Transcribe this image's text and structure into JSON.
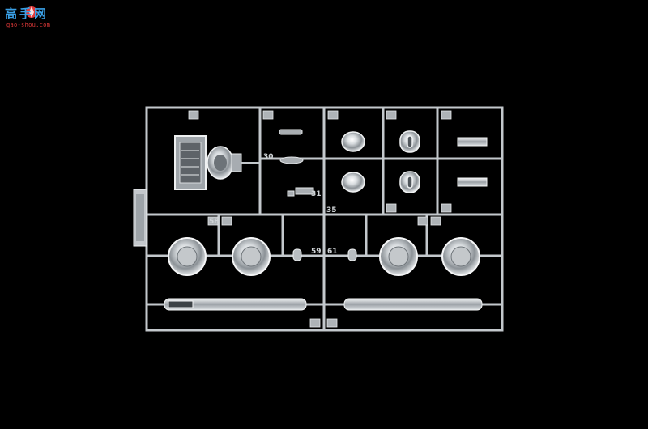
{
  "watermark": {
    "title": "高手网",
    "subtitle": "gao-shou.com"
  },
  "sprue": {
    "part_numbers": [
      "30",
      "31",
      "35",
      "58",
      "59",
      "61"
    ],
    "colors": {
      "background": "#000000",
      "chrome": "#bfc4c8",
      "chrome_highlight": "#f2f4f5",
      "chrome_shadow": "#6c7176"
    }
  }
}
